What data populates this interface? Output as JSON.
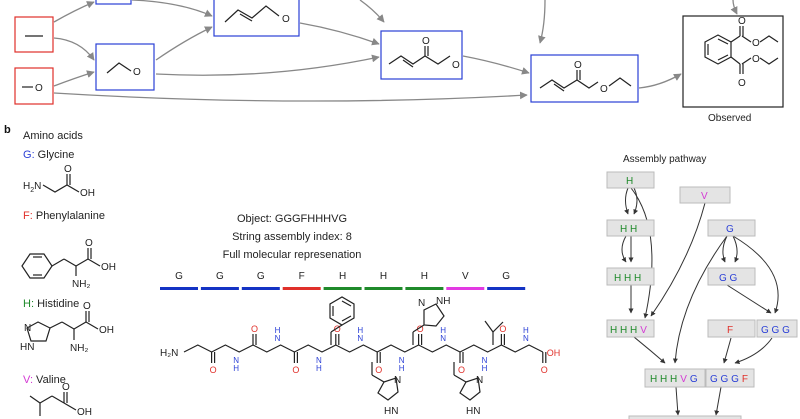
{
  "panel_b_label": "b",
  "observed_label": "Observed",
  "amino_acids_header": "Amino acids",
  "amino_acids": [
    {
      "code": "G",
      "sep": ":",
      "name": " Glycine",
      "color": "#2a3fd6"
    },
    {
      "code": "F",
      "sep": ":",
      "name": " Phenylalanine",
      "color": "#e0302a"
    },
    {
      "code": "H",
      "sep": ":",
      "name": " Histidine",
      "color": "#1f8a2a"
    },
    {
      "code": "V",
      "sep": ":",
      "name": " Valine",
      "color": "#d43ad4"
    }
  ],
  "object_line": "Object: GGGFHHHVG",
  "index_line": "String assembly index: 8",
  "molecular_line": "Full molecular represenation",
  "sequence": [
    {
      "letter": "G",
      "color": "#1433c4"
    },
    {
      "letter": "G",
      "color": "#1433c4"
    },
    {
      "letter": "G",
      "color": "#1433c4"
    },
    {
      "letter": "F",
      "color": "#e0302a"
    },
    {
      "letter": "H",
      "color": "#1f8a2a"
    },
    {
      "letter": "H",
      "color": "#1f8a2a"
    },
    {
      "letter": "H",
      "color": "#1f8a2a"
    },
    {
      "letter": "V",
      "color": "#e23ae2"
    },
    {
      "letter": "G",
      "color": "#1433c4"
    }
  ],
  "assembly_title": "Assembly pathway",
  "assembly_nodes": {
    "h": "H",
    "v": "V",
    "hh": "H H",
    "g": "G",
    "hhh": "H H H",
    "gg": "G G",
    "hhhv_h": "H H H",
    "hhhv_v": "V",
    "f": "F",
    "ggg": "G G G",
    "hhhvg_h": "H H H",
    "hhhvg_v": "V",
    "hhhvg_g": "G",
    "gggf_g": "G G G",
    "gggf_f": "F"
  },
  "atom_labels": {
    "O": "O",
    "OH": "OH",
    "H2N": "H",
    "two": "2",
    "N": "N",
    "NH": "NH",
    "HN": "HN",
    "H": "H",
    "H2N_left": "H₂N",
    "NH2": "NH₂"
  },
  "colors": {
    "red": "#e0302a",
    "blue": "#2a3fd6",
    "green": "#1f8a2a",
    "magenta": "#d43ad4",
    "node_fill": "#e4e4e4"
  }
}
